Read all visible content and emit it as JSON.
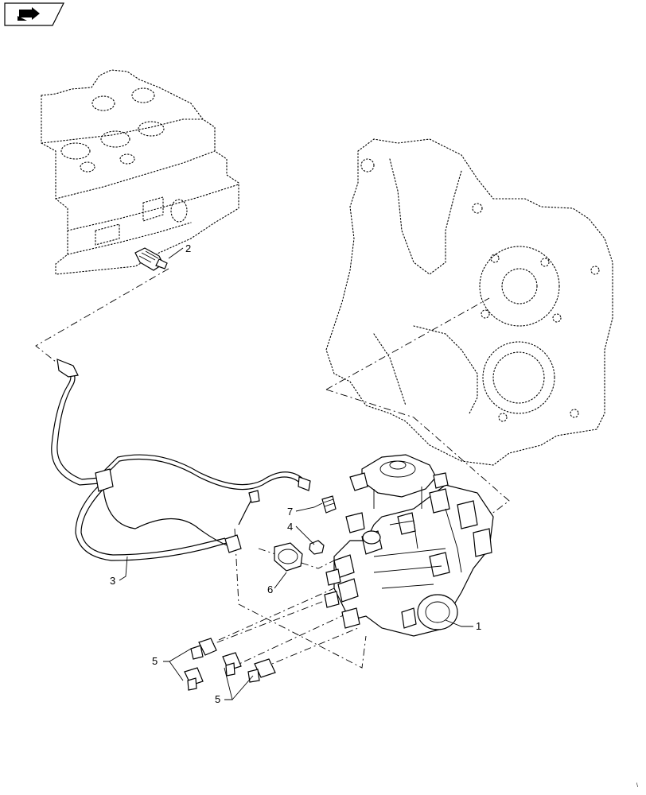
{
  "nav_icon": "page-arrow-icon",
  "callouts": {
    "c1": "1",
    "c2": "2",
    "c3": "3",
    "c4": "4",
    "c5a": "5",
    "c5b": "5",
    "c6": "6",
    "c7": "7"
  }
}
